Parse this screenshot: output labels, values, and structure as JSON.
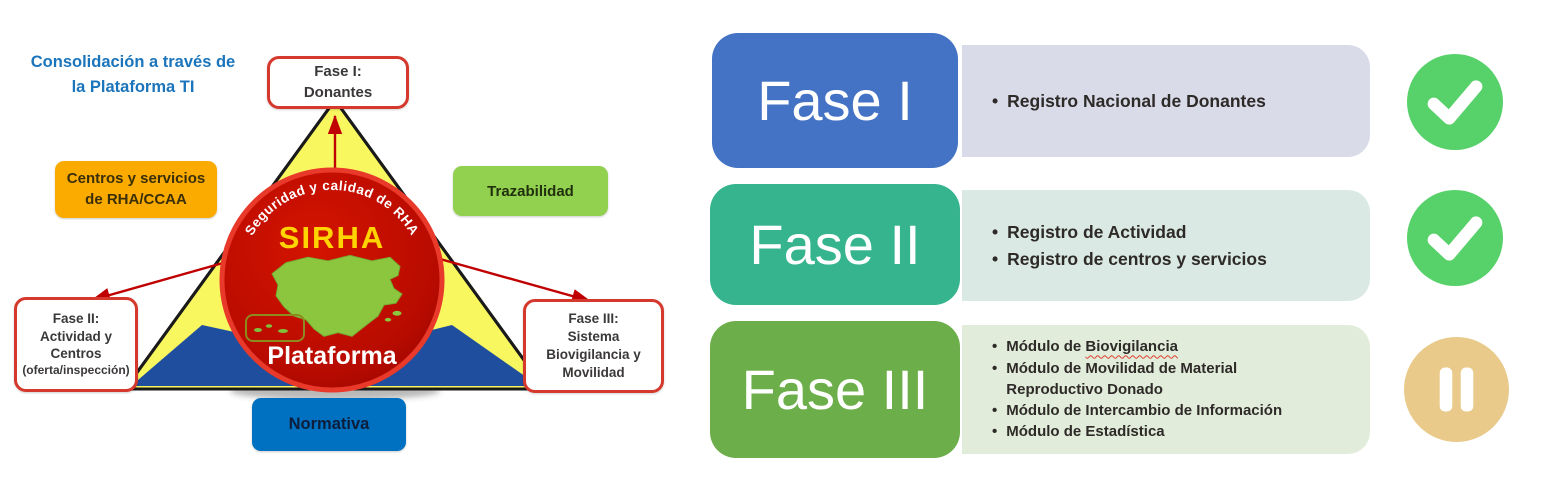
{
  "left": {
    "title": {
      "line1": "Consolidación a través de",
      "line2": "la Plataforma TI",
      "color": "#1B75BC"
    },
    "boxes": {
      "fase1": {
        "lines": [
          "Fase I:",
          "Donantes"
        ],
        "border_color": "#D5382C"
      },
      "centros": {
        "lines": [
          "Centros y servicios",
          "de RHA/CCAA"
        ],
        "color": "#FBAB00"
      },
      "trazabilidad": {
        "label": "Trazabilidad",
        "color": "#92D050"
      },
      "fase2": {
        "lines": [
          "Fase II:",
          "Actividad y",
          "Centros",
          "(oferta/inspección)"
        ],
        "border_color": "#D5382C"
      },
      "fase3": {
        "lines": [
          "Fase III:",
          "Sistema",
          "Biovigilancia y",
          "Movilidad"
        ],
        "border_color": "#D5382C"
      },
      "normativa": {
        "label": "Normativa",
        "color": "#0070C0"
      }
    },
    "circle": {
      "arc_text": "Seguridad y calidad de RHA",
      "name": "SIRHA",
      "caption": "Plataforma",
      "fill": "#BB0B00",
      "ring": "#E8392B",
      "name_color": "#FFD400",
      "map_color": "#8CC63E"
    },
    "triangle": {
      "fill": "#F8F75F",
      "band_color": "#1F4E9E",
      "border": "#1A1A1A"
    },
    "arrow_color": "#C00000"
  },
  "phases": [
    {
      "label": "Fase I",
      "pill_color": "#4472C4",
      "panel_color": "#D9DBE9",
      "status": "complete",
      "bullets": [
        {
          "text": "Registro Nacional de Donantes"
        }
      ]
    },
    {
      "label": "Fase II",
      "pill_color": "#35B48E",
      "panel_color": "#DAE9E3",
      "status": "complete",
      "bullets": [
        {
          "text": "Registro de Actividad"
        },
        {
          "text": "Registro de centros y servicios"
        }
      ]
    },
    {
      "label": "Fase III",
      "pill_color": "#6CAE49",
      "panel_color": "#E1EDDA",
      "status": "paused",
      "bullets": [
        {
          "pre": "Módulo de ",
          "wavy": "Biovigilancia"
        },
        {
          "text": "Módulo de Movilidad de Material Reproductivo Donado"
        },
        {
          "text": "Módulo de Intercambio de Información"
        },
        {
          "text": "Módulo de Estadística"
        }
      ]
    }
  ],
  "status_colors": {
    "check": "#57D169",
    "pause": "#E9CA8A"
  }
}
